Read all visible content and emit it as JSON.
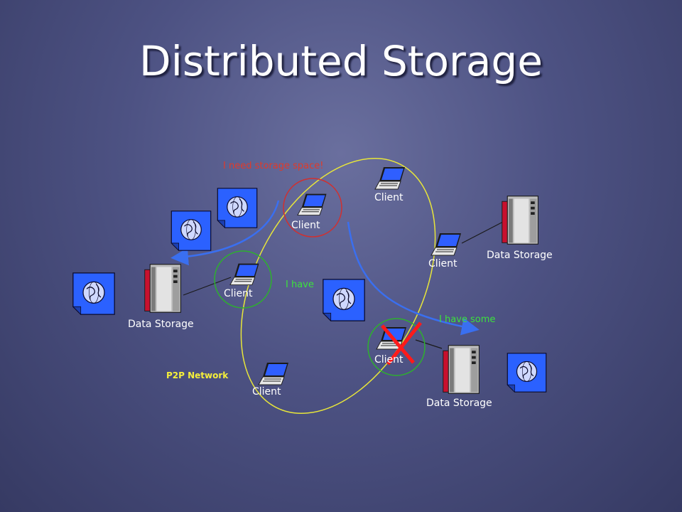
{
  "slide": {
    "title": "Distributed Storage"
  },
  "diagram": {
    "client_label": "Client",
    "storage_label": "Data Storage",
    "notes": {
      "need_space": "I need storage space!",
      "i_have": "I have",
      "i_have_some": "I have some",
      "p2p_network": "P2P Network"
    },
    "colors": {
      "ring": "#e8e63a",
      "highlight_red": "#d03030",
      "highlight_green": "#2eb02e",
      "arrow": "#3a6ff0",
      "fail_x": "#ff1a1a",
      "document": "#2b61ff"
    },
    "icons": {
      "client": "laptop-icon",
      "storage": "server-tower-icon",
      "document": "globe-document-icon",
      "failure": "red-x-icon"
    }
  }
}
